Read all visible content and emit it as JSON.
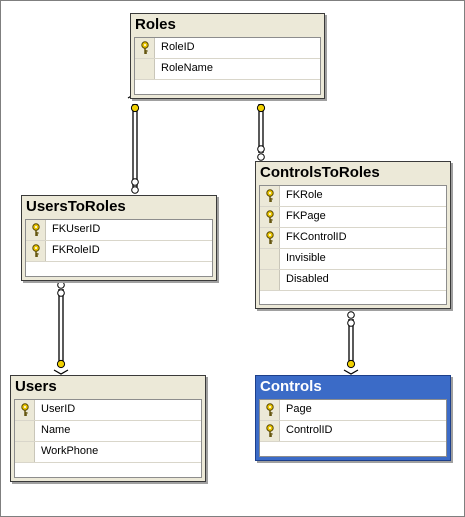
{
  "diagram": {
    "tables": [
      {
        "id": "roles",
        "title": "Roles",
        "selected": false,
        "columns": [
          {
            "name": "RoleID",
            "pk": true
          },
          {
            "name": "RoleName",
            "pk": false
          }
        ]
      },
      {
        "id": "users_to_roles",
        "title": "UsersToRoles",
        "selected": false,
        "columns": [
          {
            "name": "FKUserID",
            "pk": true
          },
          {
            "name": "FKRoleID",
            "pk": true
          }
        ]
      },
      {
        "id": "controls_to_roles",
        "title": "ControlsToRoles",
        "selected": false,
        "columns": [
          {
            "name": "FKRole",
            "pk": true
          },
          {
            "name": "FKPage",
            "pk": true
          },
          {
            "name": "FKControlID",
            "pk": true
          },
          {
            "name": "Invisible",
            "pk": false
          },
          {
            "name": "Disabled",
            "pk": false
          }
        ]
      },
      {
        "id": "users",
        "title": "Users",
        "selected": false,
        "columns": [
          {
            "name": "UserID",
            "pk": true
          },
          {
            "name": "Name",
            "pk": false
          },
          {
            "name": "WorkPhone",
            "pk": false
          }
        ]
      },
      {
        "id": "controls",
        "title": "Controls",
        "selected": true,
        "columns": [
          {
            "name": "Page",
            "pk": true
          },
          {
            "name": "ControlID",
            "pk": true
          }
        ]
      }
    ],
    "relationships": [
      {
        "from": "roles",
        "to": "users_to_roles",
        "one_end": "roles",
        "many_end": "users_to_roles"
      },
      {
        "from": "roles",
        "to": "controls_to_roles",
        "one_end": "roles",
        "many_end": "controls_to_roles"
      },
      {
        "from": "users_to_roles",
        "to": "users",
        "one_end": "users",
        "many_end": "users_to_roles"
      },
      {
        "from": "controls_to_roles",
        "to": "controls",
        "one_end": "controls",
        "many_end": "controls_to_roles"
      }
    ],
    "colors": {
      "header": "#ece9d8",
      "selected_header": "#3b6bc7",
      "key": "#e8c400",
      "line": "#000000"
    }
  }
}
